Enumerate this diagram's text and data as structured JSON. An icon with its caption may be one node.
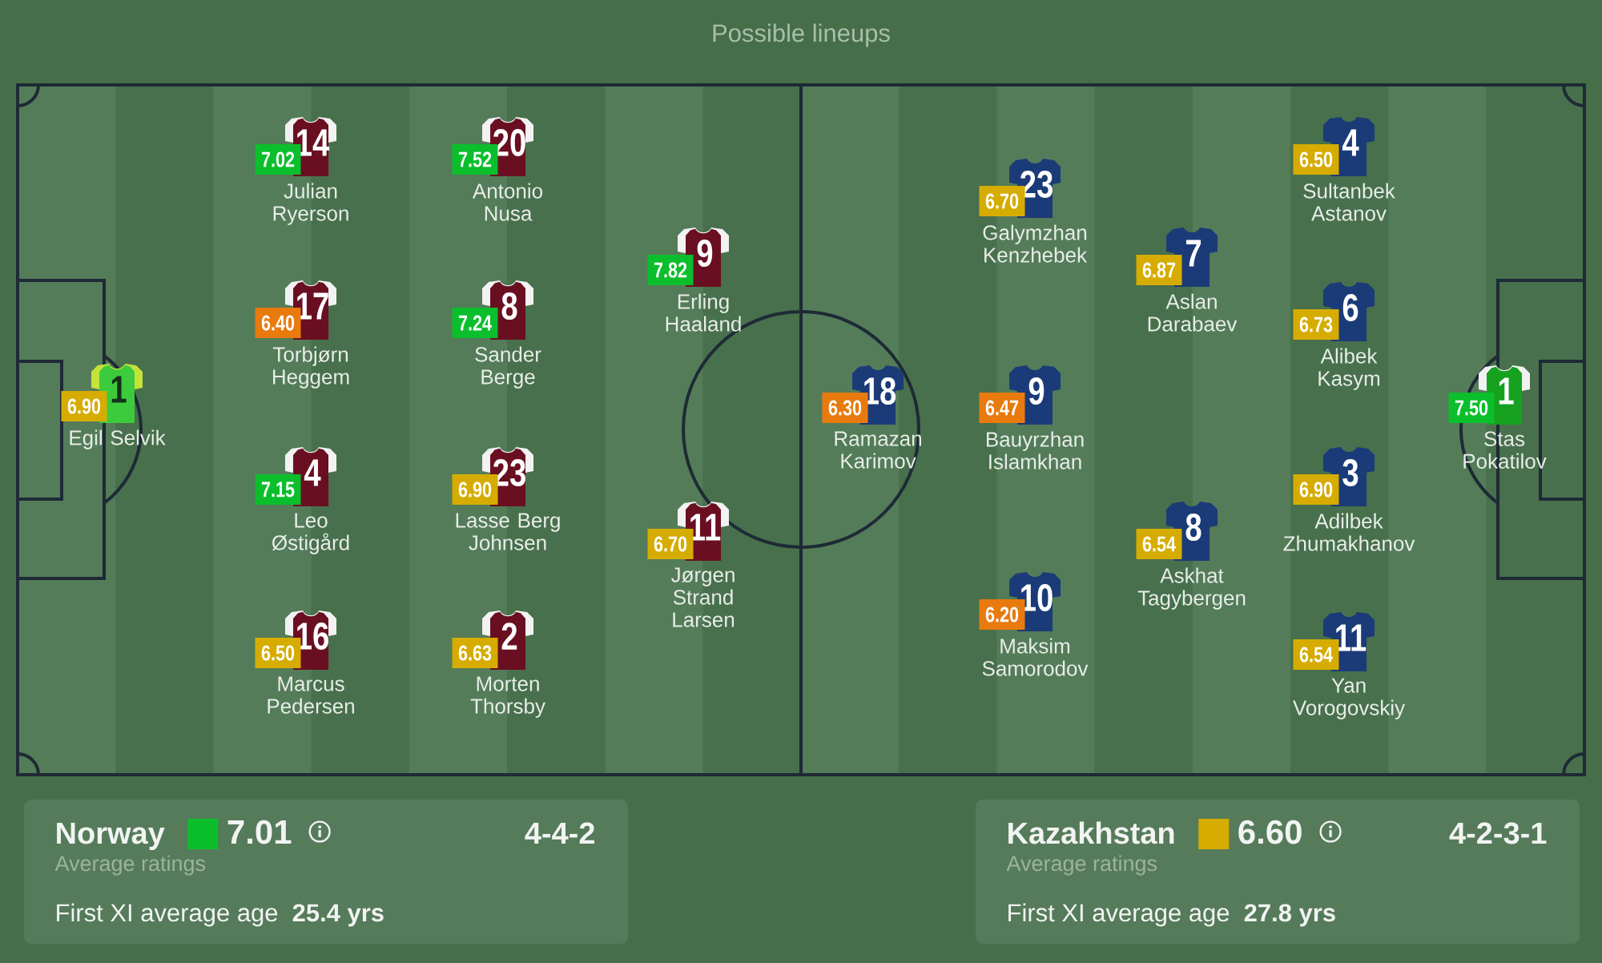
{
  "diagram": {
    "title": "Possible lineups",
    "nodes": [
      {
        "text": [
          "1"
        ],
        "beside": [
          "6.90",
          "Egil Selvik"
        ]
      },
      {
        "text": [
          "14"
        ],
        "beside": [
          "7.02",
          "Julian Ryerson"
        ]
      },
      {
        "text": [
          "17"
        ],
        "beside": [
          "6.40",
          "Torbjørn Heggem"
        ]
      },
      {
        "text": [
          "4"
        ],
        "beside": [
          "7.15",
          "Leo Østigård"
        ]
      },
      {
        "text": [
          "16"
        ],
        "beside": [
          "6.50",
          "Marcus Pedersen"
        ]
      },
      {
        "text": [
          "20"
        ],
        "beside": [
          "7.52",
          "Antonio Nusa"
        ]
      },
      {
        "text": [
          "8"
        ],
        "beside": [
          "7.24",
          "Sander Berge"
        ]
      },
      {
        "text": [
          "23"
        ],
        "beside": [
          "6.90",
          "Lasse Berg Johnsen"
        ]
      },
      {
        "text": [
          "2"
        ],
        "beside": [
          "6.63",
          "Morten Thorsby"
        ]
      },
      {
        "text": [
          "9"
        ],
        "beside": [
          "7.82",
          "Erling Haaland"
        ]
      },
      {
        "text": [
          "11"
        ],
        "beside": [
          "6.70",
          "Jørgen Strand Larsen"
        ]
      },
      {
        "text": [
          "18"
        ],
        "beside": [
          "6.30",
          "Ramazan Karimov"
        ]
      },
      {
        "text": [
          "23"
        ],
        "beside": [
          "6.70",
          "Galymzhan Kenzhebek"
        ]
      },
      {
        "text": [
          "9"
        ],
        "beside": [
          "6.47",
          "Bauyrzhan Islamkhan"
        ]
      },
      {
        "text": [
          "10"
        ],
        "beside": [
          "6.20",
          "Maksim Samorodov"
        ]
      },
      {
        "text": [
          "7"
        ],
        "beside": [
          "6.87",
          "Aslan Darabaev"
        ]
      },
      {
        "text": [
          "8"
        ],
        "beside": [
          "6.54",
          "Askhat Tagybergen"
        ]
      },
      {
        "text": [
          "4"
        ],
        "beside": [
          "6.50",
          "Sultanbek Astanov"
        ]
      },
      {
        "text": [
          "6"
        ],
        "beside": [
          "6.73",
          "Alibek Kasym"
        ]
      },
      {
        "text": [
          "3"
        ],
        "beside": [
          "6.90",
          "Adilbek Zhumakhanov"
        ]
      },
      {
        "text": [
          "11"
        ],
        "beside": [
          "6.54",
          "Yan Vorogovskiy"
        ]
      },
      {
        "text": [
          "1"
        ],
        "beside": [
          "7.50",
          "Stas Pokatilov"
        ]
      },
      {
        "text": [
          "Norway",
          "7.01",
          "Average ratings",
          "4-4-2",
          "First XI average age",
          "25.4 yrs"
        ]
      },
      {
        "text": [
          "Kazakhstan",
          "6.60",
          "Average ratings",
          "4-2-3-1",
          "First XI average age",
          "27.8 yrs"
        ]
      }
    ]
  }
}
